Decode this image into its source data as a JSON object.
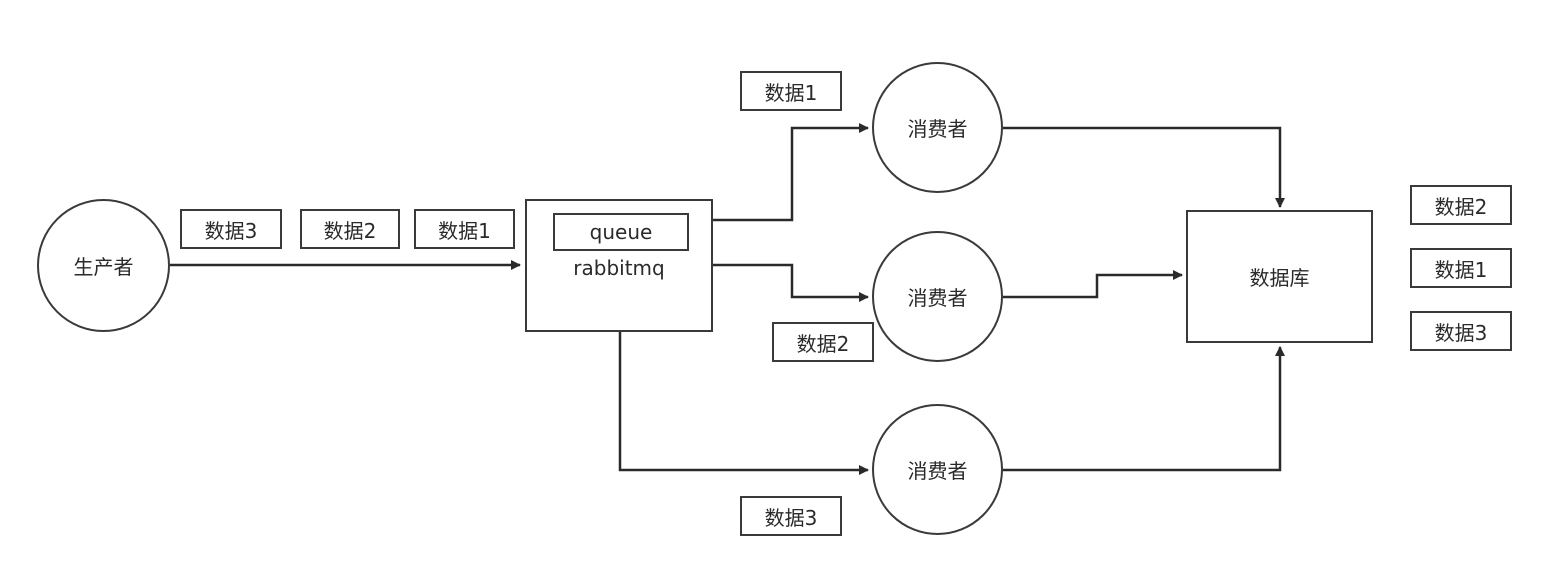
{
  "nodes": {
    "producer": "生产者",
    "rabbitmq": "rabbitmq",
    "queue": "queue",
    "consumer_1": "消费者",
    "consumer_2": "消费者",
    "consumer_3": "消费者",
    "database": "数据库"
  },
  "producer_messages": [
    "数据3",
    "数据2",
    "数据1"
  ],
  "consumer_messages": {
    "consumer_1": "数据1",
    "consumer_2": "数据2",
    "consumer_3": "数据3"
  },
  "database_records": [
    "数据2",
    "数据1",
    "数据3"
  ]
}
